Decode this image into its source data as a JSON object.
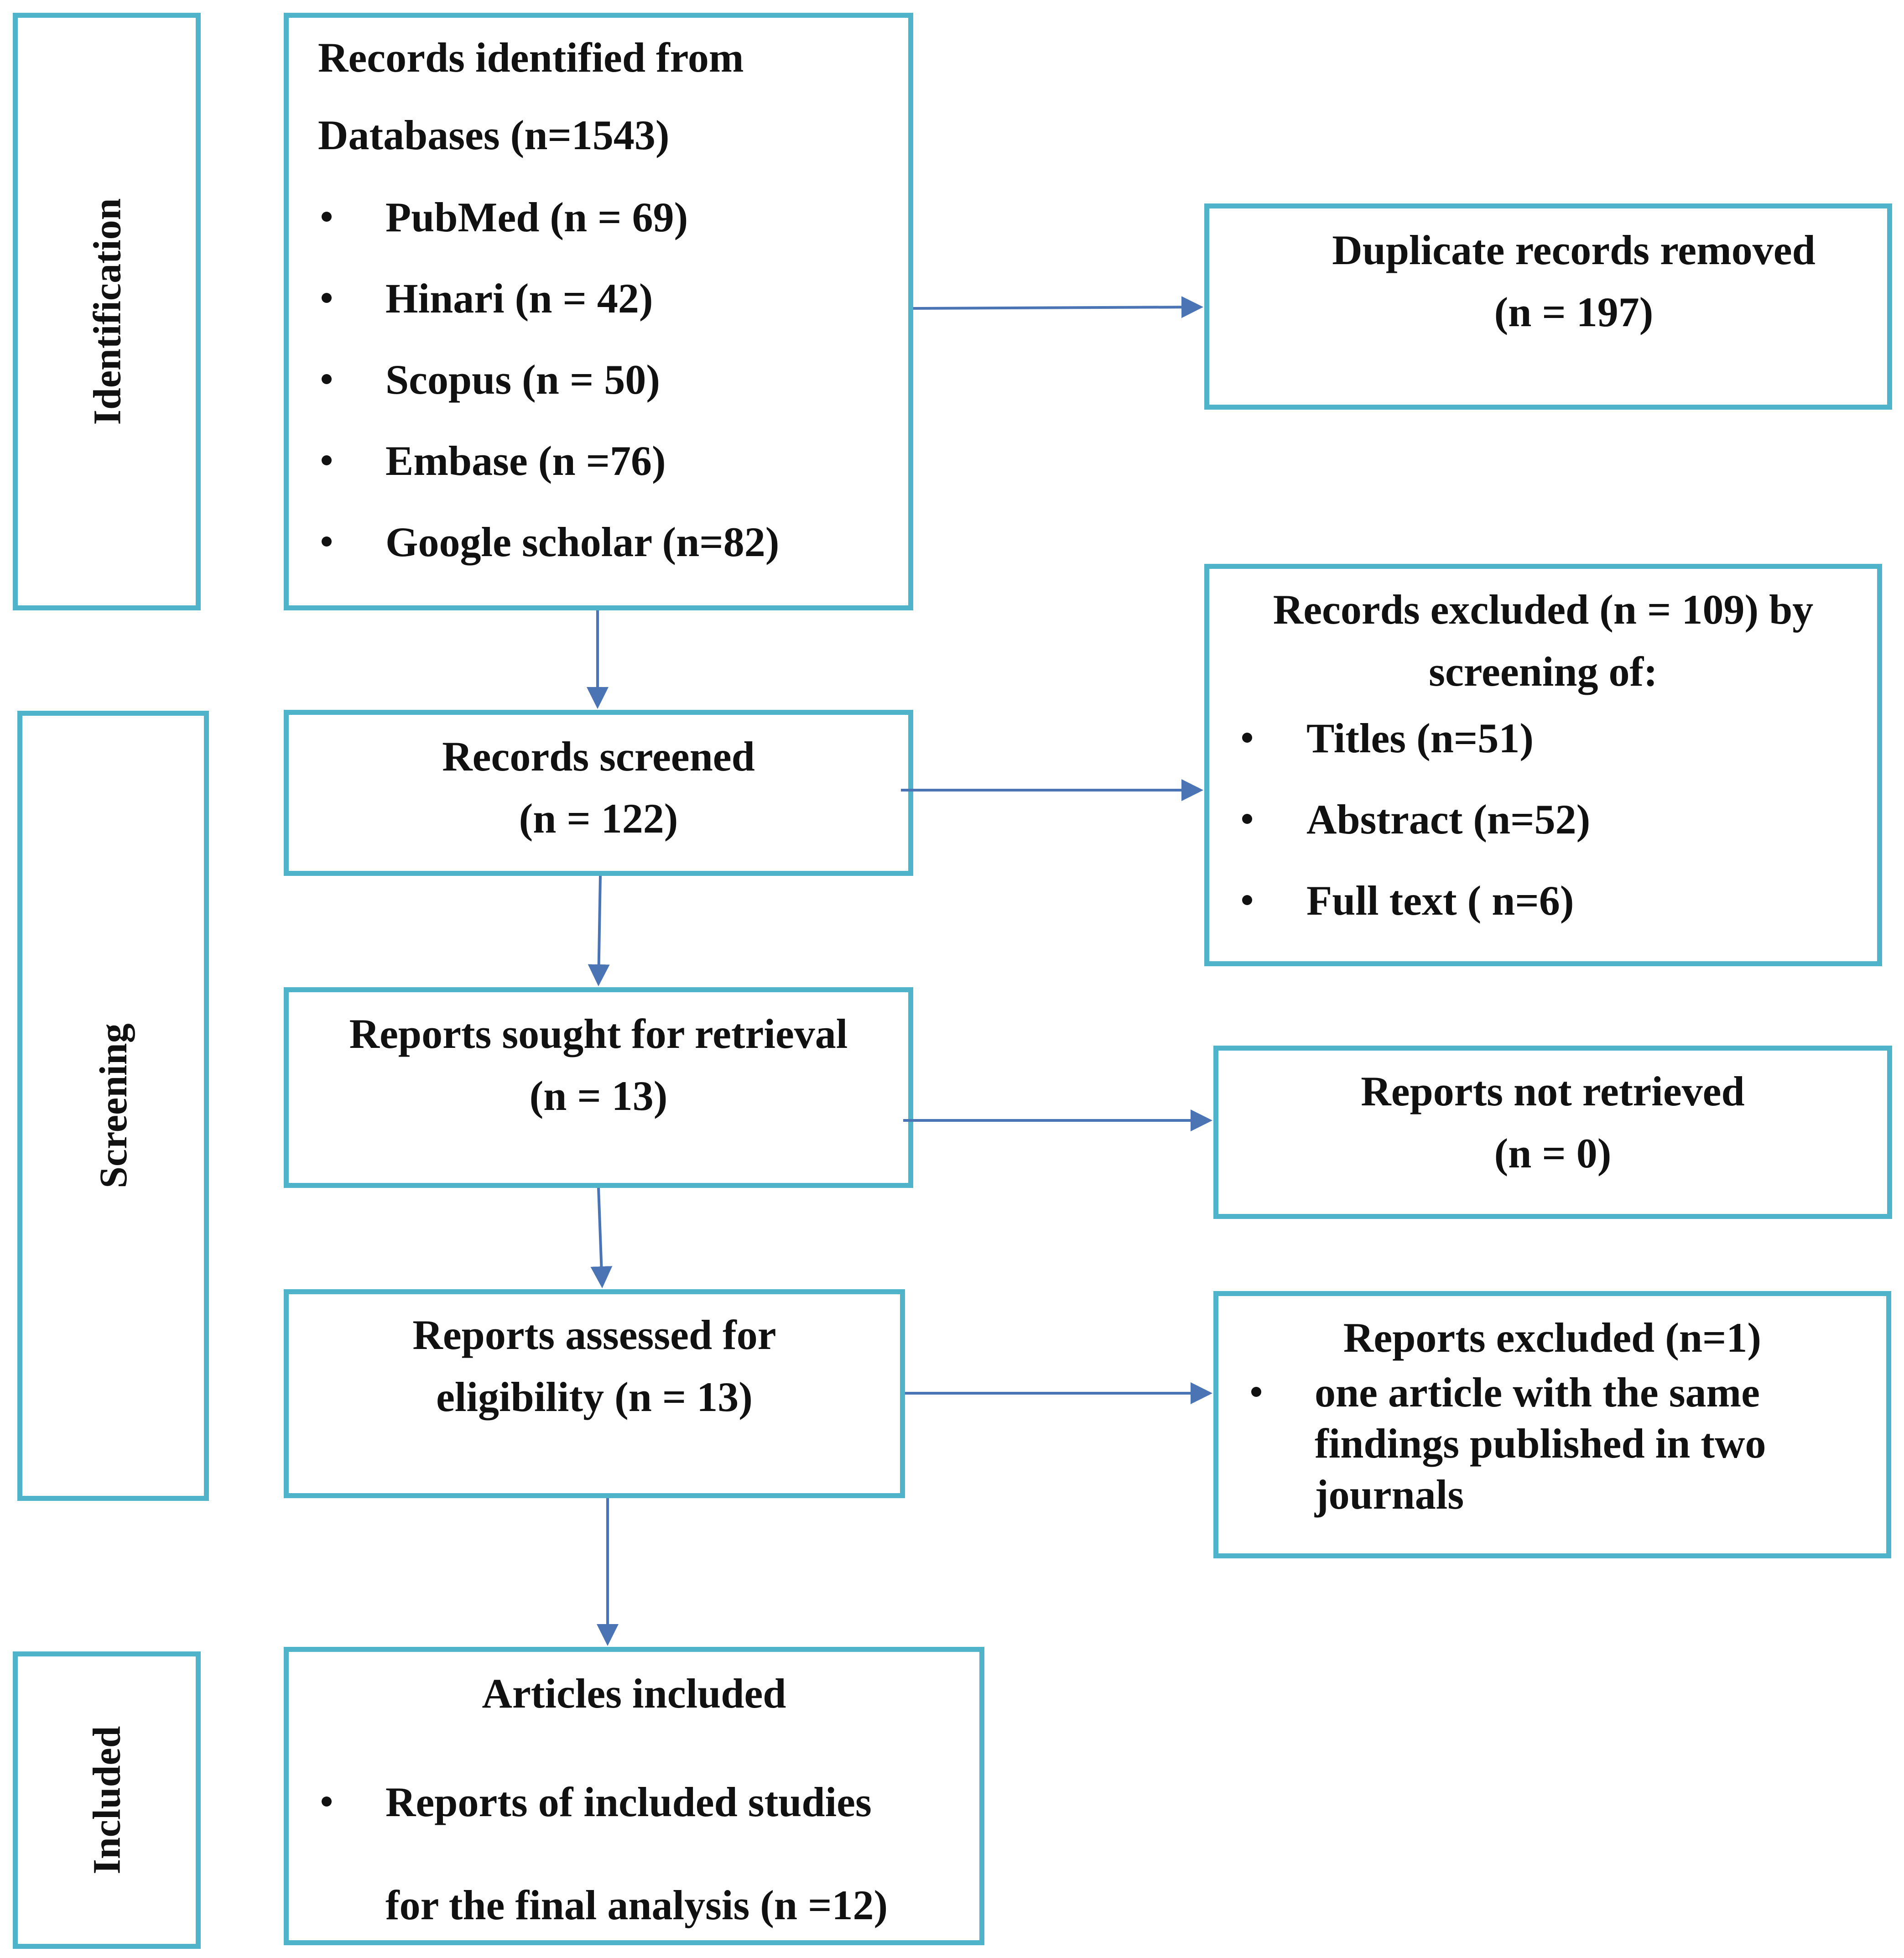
{
  "stages": {
    "identification": "Identification",
    "screening": "Screening",
    "included": "Included"
  },
  "identified": {
    "title_line1": "Records identified from",
    "title_line2": "Databases (n=1543)",
    "sources": [
      "PubMed (n = 69)",
      "Hinari (n = 42)",
      "Scopus (n = 50)",
      "Embase (n =76)",
      "Google scholar (n=82)"
    ]
  },
  "duplicates": {
    "line1": "Duplicate records removed",
    "line2": "(n = 197)"
  },
  "screened": {
    "line1": "Records screened",
    "line2": "(n = 122)"
  },
  "excluded": {
    "line1": "Records excluded (n = 109) by",
    "line2": "screening of:",
    "items": [
      "Titles (n=51)",
      "Abstract (n=52)",
      "Full text ( n=6)"
    ]
  },
  "sought": {
    "line1": "Reports sought for retrieval",
    "line2": "(n = 13)"
  },
  "not_retrieved": {
    "line1": "Reports not retrieved",
    "line2": "(n = 0)"
  },
  "assessed": {
    "line1": "Reports assessed for",
    "line2": "eligibility (n = 13)"
  },
  "reports_excluded": {
    "title": "Reports excluded (n=1)",
    "item_lines": [
      "one article with the same",
      "findings published in two",
      "journals"
    ]
  },
  "included": {
    "title": "Articles included",
    "item_line1": "Reports of included studies",
    "item_line2": "for the final analysis (n =12)"
  },
  "colors": {
    "box_border": "#4fb3c9",
    "arrow": "#4a74b4"
  }
}
